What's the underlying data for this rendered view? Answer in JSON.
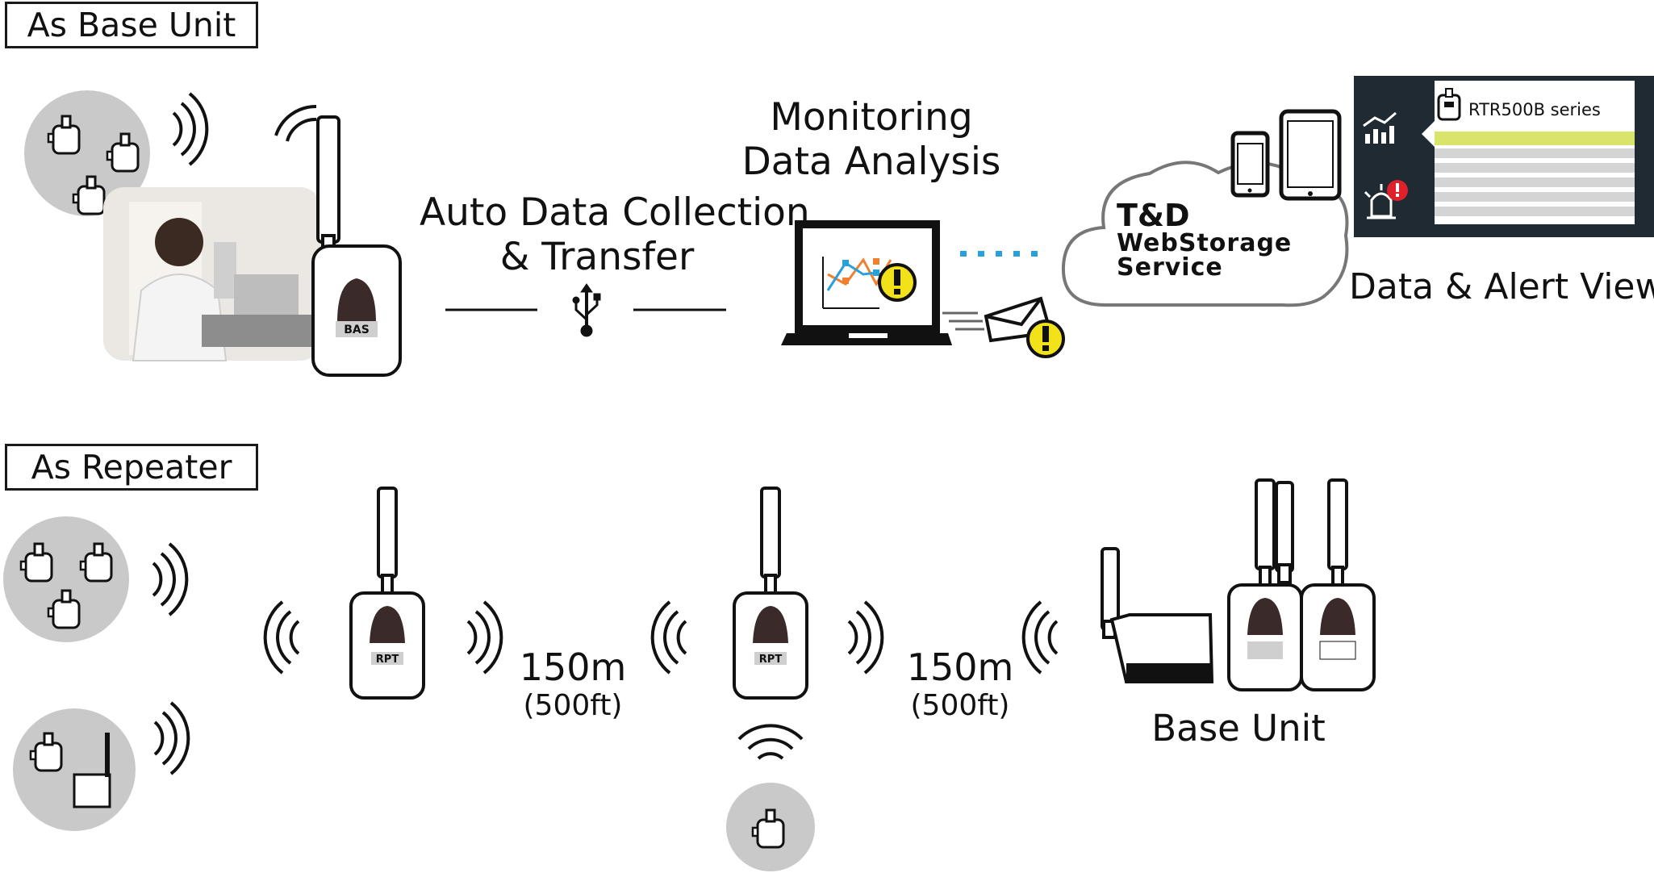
{
  "sections": {
    "base_unit": "As Base Unit",
    "repeater": "As Repeater"
  },
  "flow": {
    "auto_collection_line1": "Auto Data Collection",
    "auto_collection_line2": "& Transfer",
    "monitoring_line1": "Monitoring",
    "monitoring_line2": "Data Analysis",
    "view_label": "Data & Alert View"
  },
  "cloud": {
    "line1": "T&D",
    "line2": "WebStorage",
    "line3": "Service"
  },
  "dashboard": {
    "series_name": "RTR500B series"
  },
  "devices": {
    "base_badge": "BAS",
    "repeater_badge": "RPT",
    "base_unit_label": "Base Unit"
  },
  "distances": [
    {
      "meters": "150m",
      "feet": "(500ft)"
    },
    {
      "meters": "150m",
      "feet": "(500ft)"
    }
  ],
  "colors": {
    "sensor_circle": "#c9c9c9",
    "alert_yellow": "#f2e21a",
    "alert_red": "#e0202a",
    "highlight_row": "#d9e56a",
    "dashboard_dark": "#1f2a33",
    "dots_blue": "#2aa0d8",
    "device_dome": "#3a2a2a"
  }
}
